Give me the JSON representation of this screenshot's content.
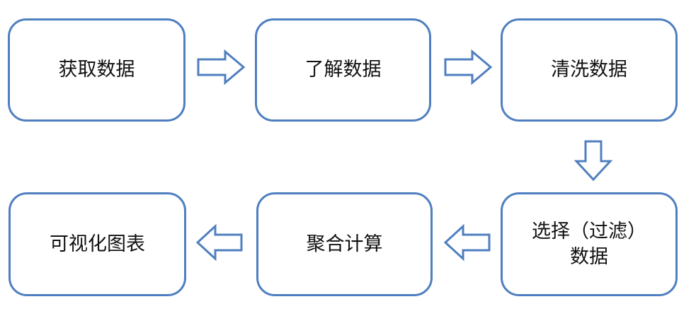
{
  "flow": {
    "steps": [
      {
        "id": "s1",
        "label": "获取数据"
      },
      {
        "id": "s2",
        "label": "了解数据"
      },
      {
        "id": "s3",
        "label": "清洗数据"
      },
      {
        "id": "s4",
        "label_line1": "选择（过滤）",
        "label_line2": "数据"
      },
      {
        "id": "s5",
        "label": "聚合计算"
      },
      {
        "id": "s6",
        "label": "可视化图表"
      }
    ],
    "colors": {
      "border": "#4f7fc0",
      "fill": "#ffffff",
      "text": "#111111"
    },
    "arrows": [
      {
        "from": "获取数据",
        "to": "了解数据",
        "direction": "right"
      },
      {
        "from": "了解数据",
        "to": "清洗数据",
        "direction": "right"
      },
      {
        "from": "清洗数据",
        "to": "选择（过滤）数据",
        "direction": "down"
      },
      {
        "from": "选择（过滤）数据",
        "to": "聚合计算",
        "direction": "left"
      },
      {
        "from": "聚合计算",
        "to": "可视化图表",
        "direction": "left"
      }
    ]
  }
}
